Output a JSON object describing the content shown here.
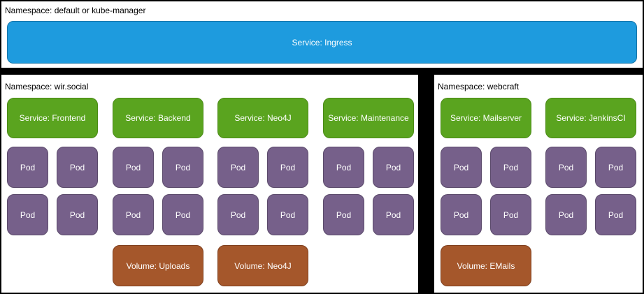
{
  "colors": {
    "page_bg": "#000000",
    "panel_bg": "#FFFFFF",
    "label_text": "#000000",
    "box_text": "#FFFFFF",
    "ingress_fill": "#1E9BDE",
    "ingress_stroke": "#1474A9",
    "service_fill": "#5AA41F",
    "service_stroke": "#4A8A16",
    "pod_fill": "#76608A",
    "pod_stroke": "#5B4A6B",
    "volume_fill": "#A5572B",
    "volume_stroke": "#7F3F1D"
  },
  "labels": {
    "pod": "Pod"
  },
  "namespaces": {
    "top": {
      "title": "Namespace: default or kube-manager",
      "ingress": "Service: Ingress"
    },
    "wir_social": {
      "title": "Namespace: wir.social",
      "groups": [
        {
          "service": "Service: Frontend"
        },
        {
          "service": "Service: Backend",
          "volume": "Volume: Uploads"
        },
        {
          "service": "Service: Neo4J",
          "volume": "Volume: Neo4J"
        },
        {
          "service": "Service: Maintenance"
        }
      ]
    },
    "webcraft": {
      "title": "Namespace: webcraft",
      "groups": [
        {
          "service": "Service: Mailserver",
          "volume": "Volume: EMails"
        },
        {
          "service": "Service: JenkinsCI"
        }
      ]
    }
  }
}
